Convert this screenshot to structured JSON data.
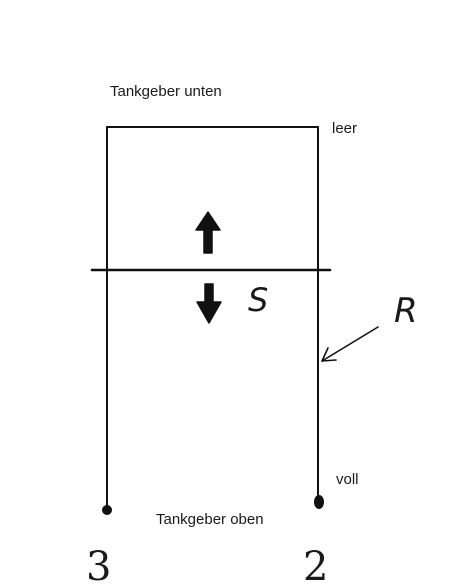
{
  "diagram": {
    "top_label": "Tankgeber unten",
    "bottom_label": "Tankgeber oben",
    "empty_label": "leer",
    "full_label": "voll",
    "float_label": "S",
    "resistor_label": "R",
    "terminal_left": "3",
    "terminal_right": "2",
    "up_arrow_icon": "arrow-up-icon",
    "down_arrow_icon": "arrow-down-icon"
  }
}
